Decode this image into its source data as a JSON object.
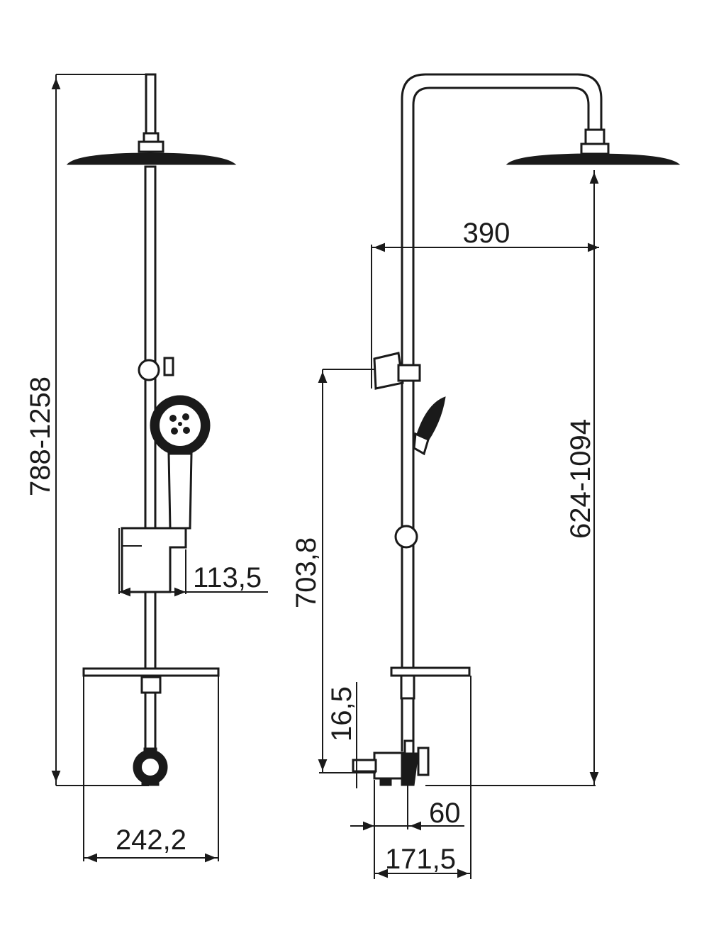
{
  "dimensions": {
    "total_height_range": "788-1258",
    "head_height_range": "624-1094",
    "arm_length": "390",
    "slider_height": "703,8",
    "valve_offset": "16,5",
    "holder_width": "113,5",
    "front_width": "242,2",
    "outlet_depth": "60",
    "side_width": "171,5"
  },
  "colors": {
    "stroke": "#1a1a1a",
    "background": "#ffffff"
  }
}
